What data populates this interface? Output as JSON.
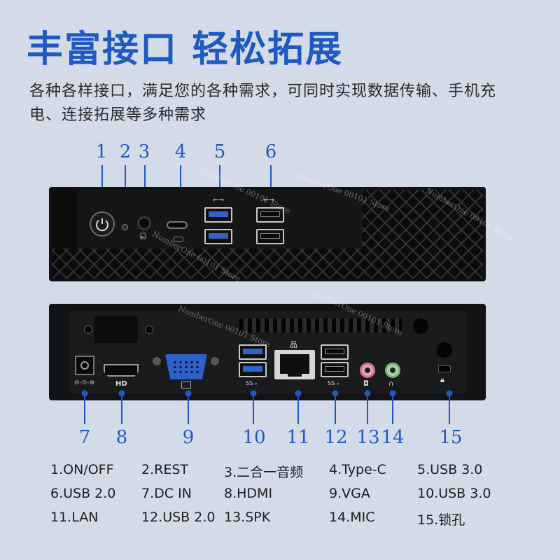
{
  "header": {
    "title": "丰富接口 轻松拓展",
    "subtitle_line1": "各种各样接口，满足您的各种需求，可同时实现数据传输、手机充",
    "subtitle_line2": "电、连接拓展等多种需求"
  },
  "front_labels": [
    "1",
    "2",
    "3",
    "4",
    "5",
    "6"
  ],
  "back_labels": [
    "7",
    "8",
    "9",
    "10",
    "11",
    "12",
    "13",
    "14",
    "15"
  ],
  "port_marks": {
    "hdmi": "HD"
  },
  "watermark": "NumberOne 00101 Store",
  "legend": {
    "row1": [
      "1.ON/OFF",
      "2.REST",
      "3.二合一音频",
      "4.Type-C",
      "5.USB 3.0"
    ],
    "row2": [
      "6.USB 2.0",
      "7.DC IN",
      "8.HDMI",
      "9.VGA",
      "10.USB 3.0"
    ],
    "row3": [
      "11.LAN",
      "12.USB 2.0",
      "13.SPK",
      "14.MIC",
      "15.锁孔"
    ]
  },
  "colors": {
    "accent": "#1f59c2",
    "background": "#d3dbe9",
    "chassis": "#101112"
  }
}
